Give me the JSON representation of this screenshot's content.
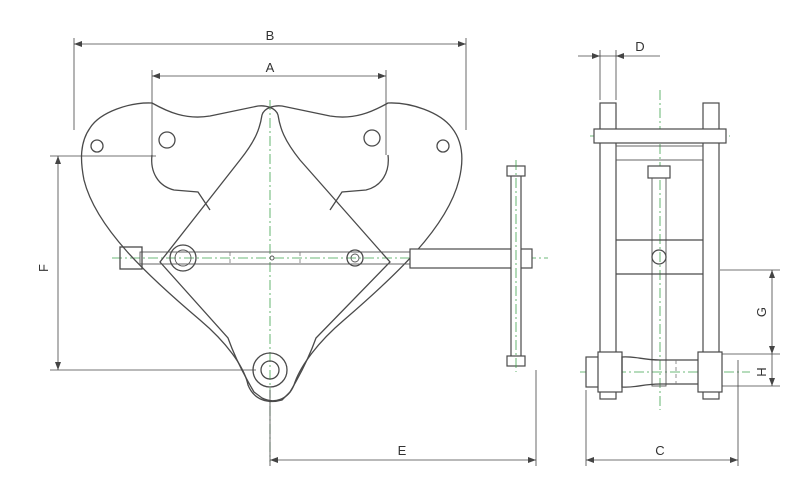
{
  "figure": {
    "front_view": {
      "dimensions": {
        "b": "B",
        "a": "A",
        "f": "F",
        "e": "E"
      }
    },
    "side_view": {
      "dimensions": {
        "d": "D",
        "g": "G",
        "h": "H",
        "c": "C"
      }
    }
  }
}
